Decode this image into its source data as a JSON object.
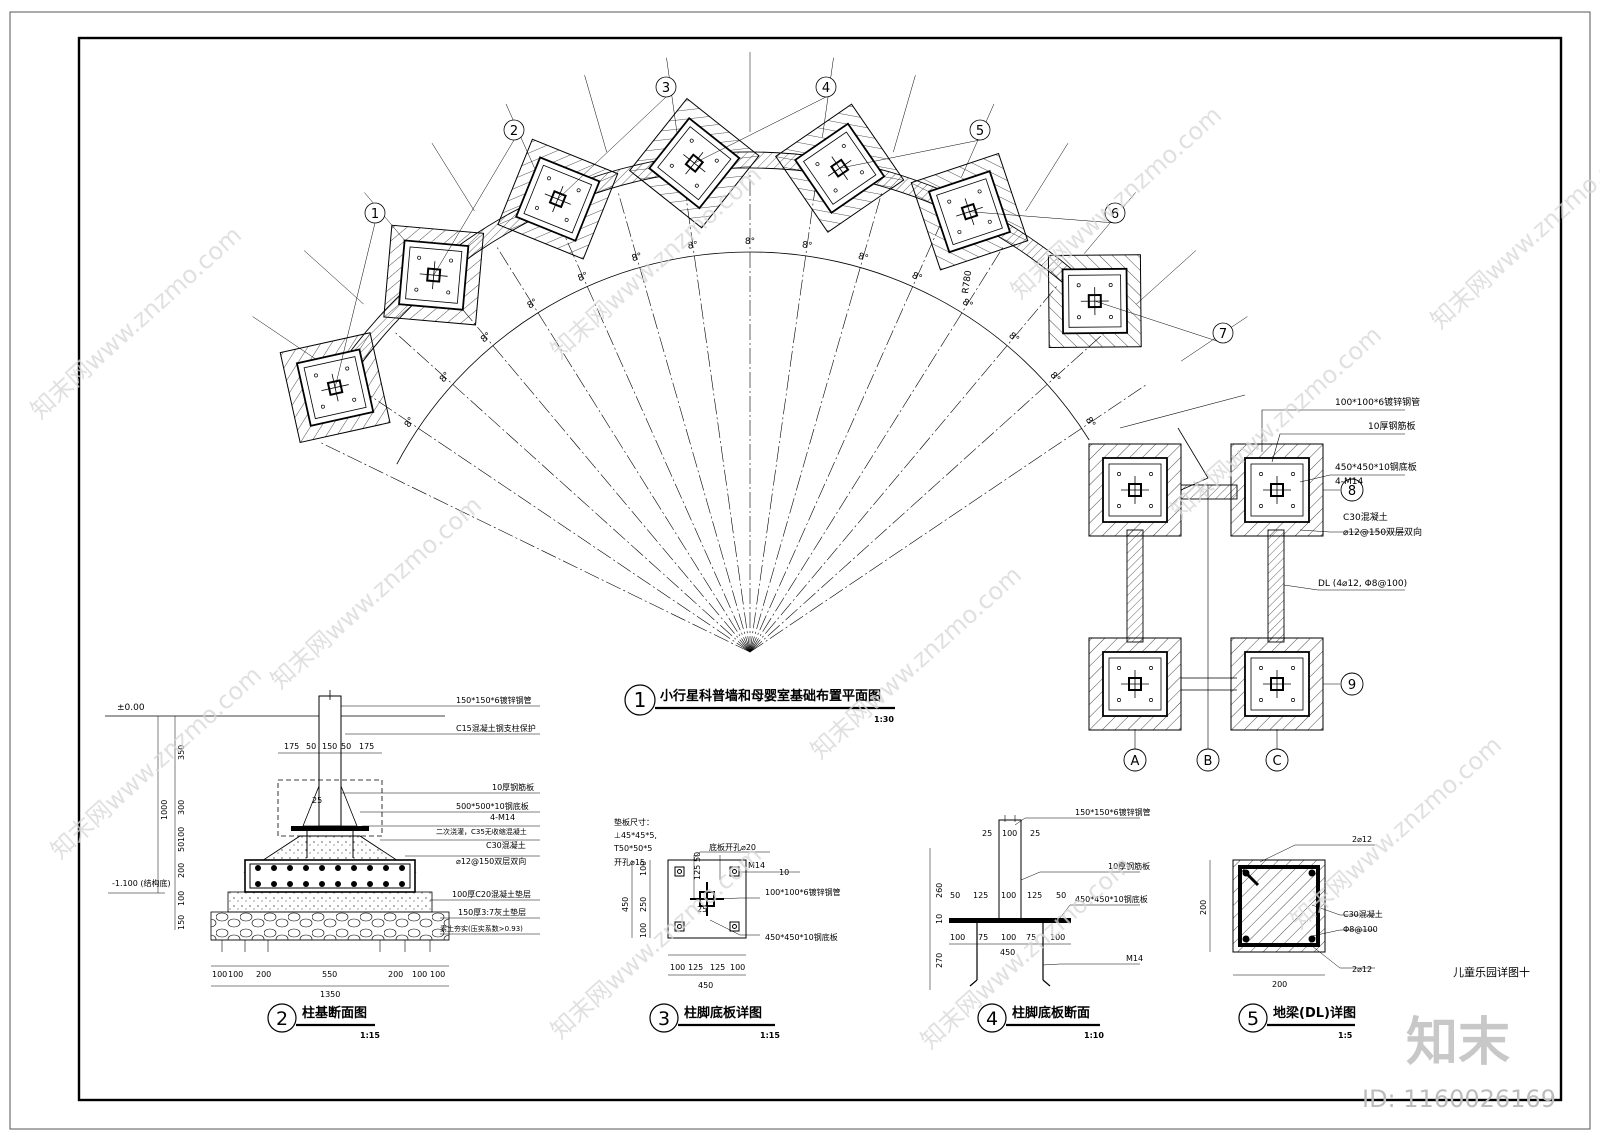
{
  "sheet_title": "儿童乐园详图十",
  "watermark": {
    "url": "www.znzmo.com",
    "brand": "知末网",
    "brand_mark": "知末",
    "id_text": "ID: 1160026169"
  },
  "views": {
    "plan": {
      "num": "1",
      "title": "小行星科普墙和母婴室基础布置平面图",
      "scale": "1:30",
      "col_labels": [
        "1",
        "2",
        "3",
        "4",
        "5",
        "6",
        "7",
        "8",
        "9"
      ],
      "axis_labels": [
        "A",
        "B",
        "C"
      ],
      "angle_label": "8°",
      "radius_label": "R780",
      "notes": [
        "100*100*6镀锌钢管",
        "10厚钢筋板",
        "450*450*10钢底板",
        "4-M14",
        "C30混凝土",
        "⌀12@150双层双向",
        "DL (4⌀12, Φ8@100)"
      ]
    },
    "section": {
      "num": "2",
      "title": "柱基断面图",
      "scale": "1:15",
      "level_top": "±0.00",
      "level_bottom": "-1.100 (结构底)",
      "dims_vertical": [
        "350",
        "1000",
        "300",
        "100",
        "50",
        "200",
        "100",
        "150"
      ],
      "dims_top": [
        "175",
        "50",
        "150",
        "50",
        "175"
      ],
      "dim_small": "25",
      "dims_bottom": [
        "100",
        "100",
        "200",
        "550",
        "200",
        "100",
        "100"
      ],
      "dim_total": "1350",
      "notes": [
        "150*150*6镀锌钢管",
        "C15混凝土钢支柱保护",
        "10厚钢筋板",
        "500*500*10钢底板",
        "4-M14",
        "二次浇灌，C35无收缩混凝土",
        "C30混凝土",
        "⌀12@150双层双向",
        "100厚C20混凝土垫层",
        "150厚3:7灰土垫层",
        "素土夯实(压实系数>0.93)"
      ]
    },
    "baseplate": {
      "num": "3",
      "title": "柱脚底板详图",
      "scale": "1:15",
      "notes_left": [
        "垫板尺寸：",
        "⊥45*45*5,",
        "T50*50*5",
        "开孔⌀15"
      ],
      "notes": [
        "底板开孔⌀20",
        "M14",
        "10",
        "100*100*6镀锌钢管",
        "450*450*10钢底板"
      ],
      "dims_vertical": [
        "450",
        "100",
        "250",
        "100"
      ],
      "dims_inner_vertical": [
        "125",
        "50"
      ],
      "dims_inner_horizontal": [
        "25"
      ],
      "dims_bottom": [
        "100",
        "125",
        "125",
        "100"
      ],
      "dim_total": "450"
    },
    "plate_section": {
      "num": "4",
      "title": "柱脚底板断面",
      "scale": "1:10",
      "dims_top": [
        "25",
        "100",
        "25"
      ],
      "dims_mid": [
        "50",
        "125",
        "100",
        "125",
        "50"
      ],
      "dims_bottom": [
        "100",
        "75",
        "100",
        "75",
        "100"
      ],
      "dim_total": "450",
      "dims_vertical": [
        "260",
        "10",
        "270"
      ],
      "notes": [
        "150*150*6镀锌钢管",
        "10厚钢筋板",
        "450*450*10钢底板",
        "M14"
      ]
    },
    "beam": {
      "num": "5",
      "title": "地梁(DL)详图",
      "scale": "1:5",
      "notes": [
        "2⌀12",
        "C30混凝土",
        "Φ8@100",
        "2⌀12"
      ],
      "dim_height": "200",
      "dim_width": "200"
    }
  }
}
